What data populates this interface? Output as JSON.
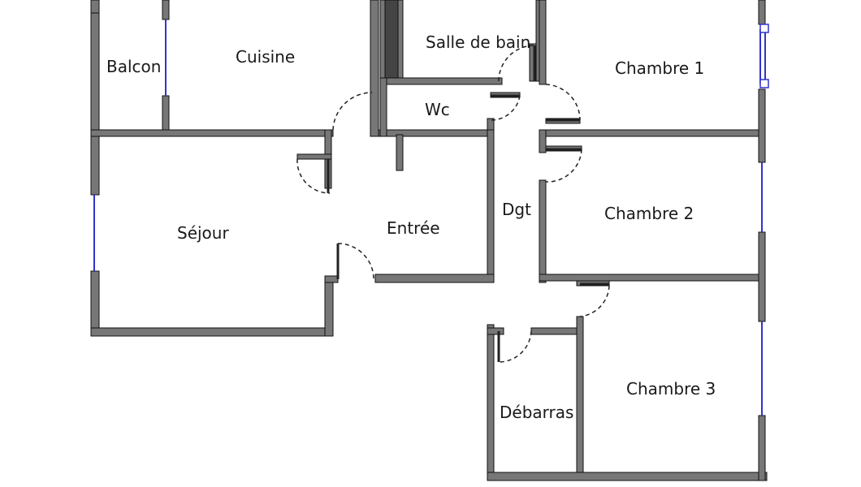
{
  "plan": {
    "rooms": {
      "balcon": "Balcon",
      "cuisine": "Cuisine",
      "salle_de_bain": "Salle de bain",
      "chambre_1": "Chambre 1",
      "wc": "Wc",
      "sejour": "Séjour",
      "entree": "Entrée",
      "dgt": "Dgt",
      "chambre_2": "Chambre 2",
      "chambre_3": "Chambre 3",
      "debarras": "Débarras"
    },
    "colors": {
      "wall_fill": "#777777",
      "wall_stroke": "#111111",
      "window": "#3333cc",
      "door_swing": "#222222"
    }
  }
}
